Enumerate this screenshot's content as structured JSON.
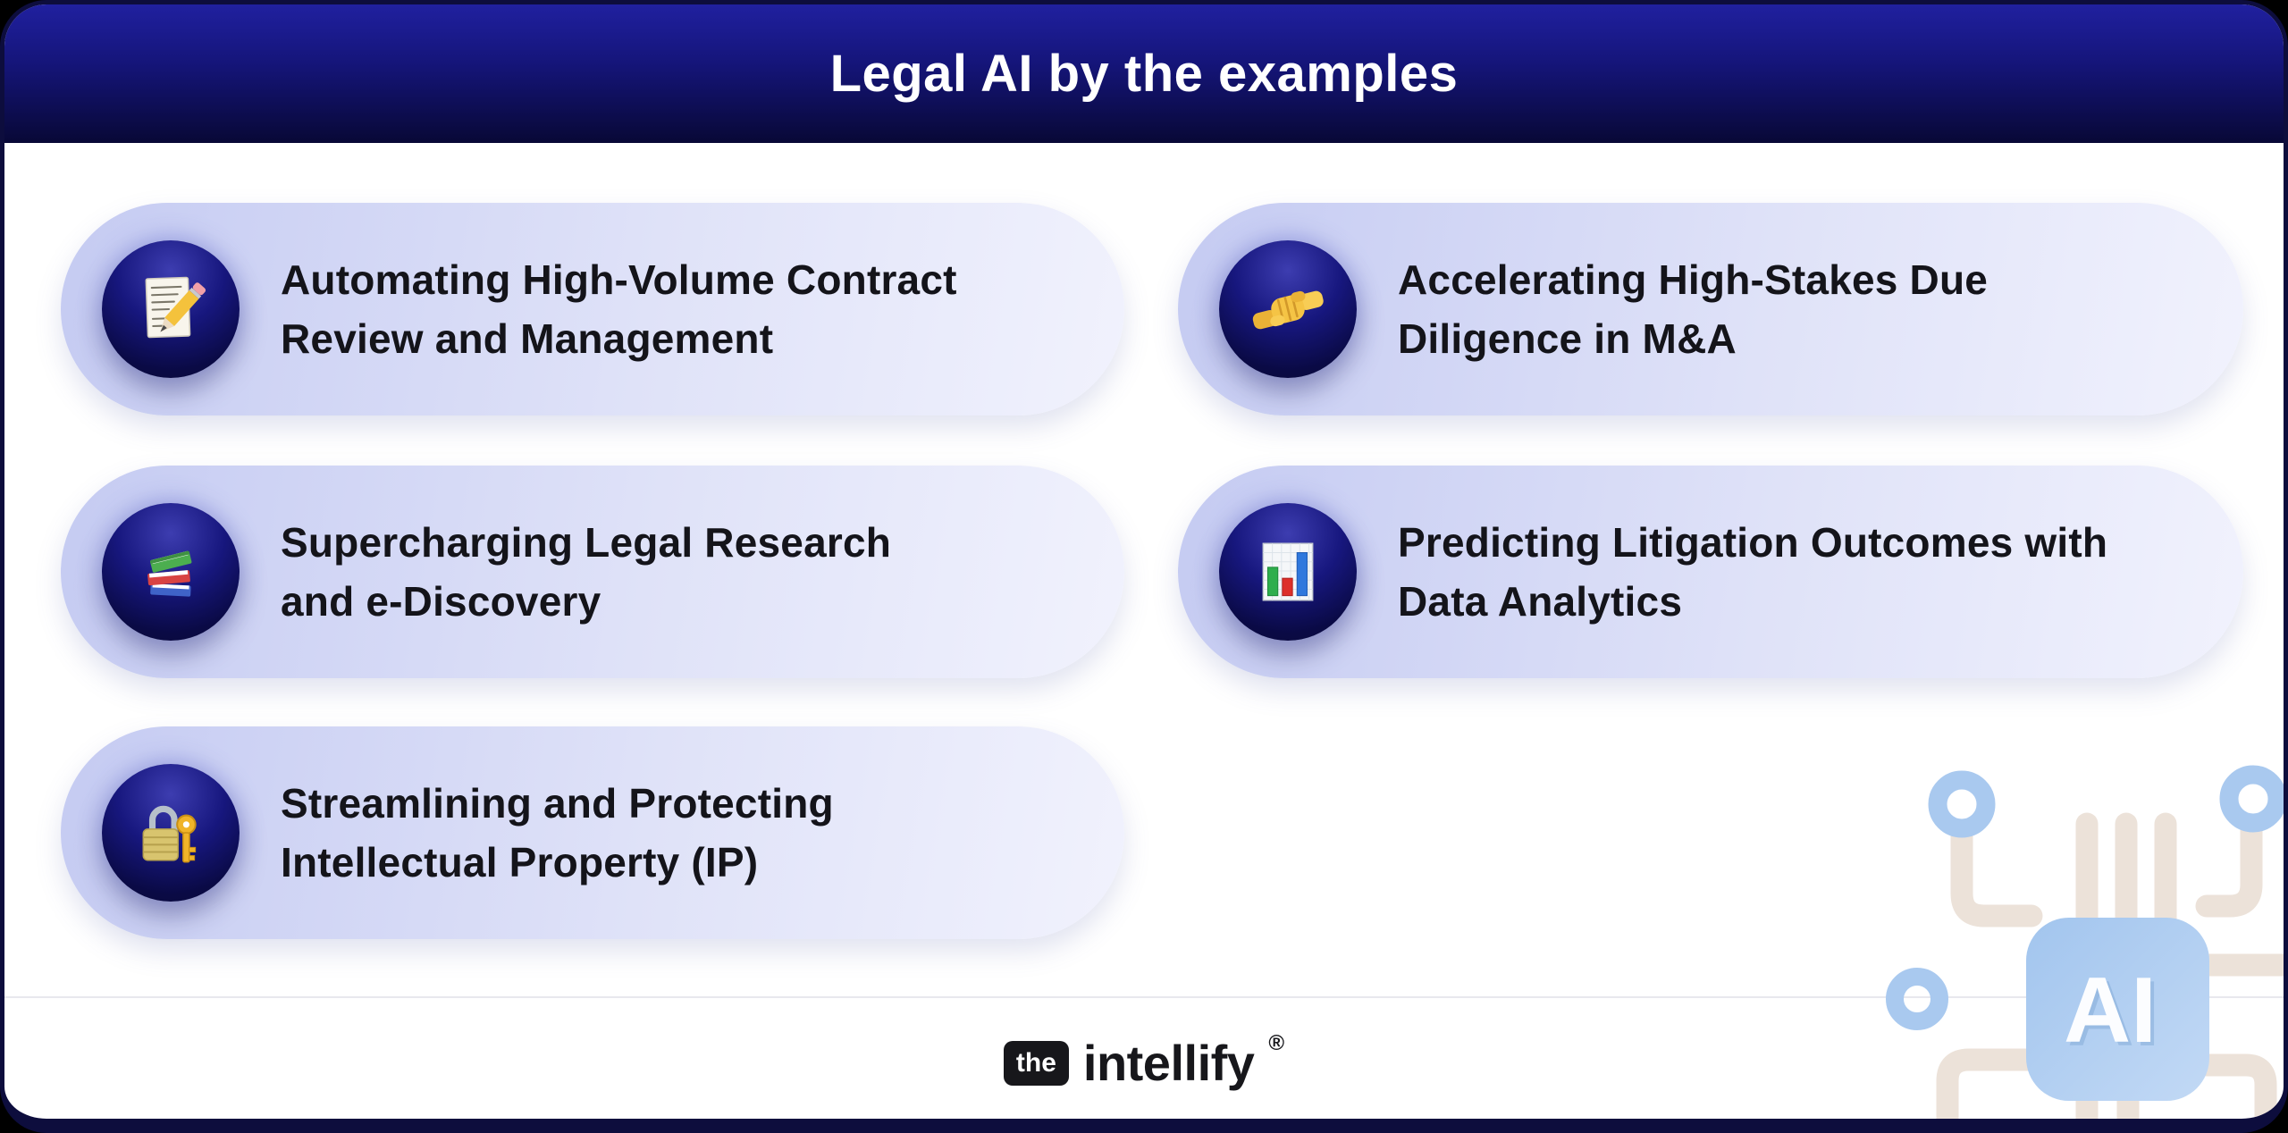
{
  "header": {
    "title": "Legal AI by the examples"
  },
  "cards": [
    {
      "icon": "memo-pencil-icon",
      "glyph": "📝",
      "label": "Automating High-Volume Contract Review and Management",
      "lines": [
        "Automating High-Volume Contract",
        "Review and Management"
      ]
    },
    {
      "icon": "handshake-icon",
      "glyph": "🤝",
      "label": "Accelerating High-Stakes Due Diligence in M&A",
      "lines": [
        "Accelerating High-Stakes Due",
        "Diligence in M&A"
      ]
    },
    {
      "icon": "books-icon",
      "glyph": "📚",
      "label": "Supercharging Legal Research and e-Discovery",
      "lines": [
        "Supercharging Legal Research",
        "and e-Discovery"
      ]
    },
    {
      "icon": "bar-chart-icon",
      "glyph": "📊",
      "label": "Predicting Litigation Outcomes with Data Analytics",
      "lines": [
        "Predicting Litigation Outcomes with",
        "Data Analytics"
      ]
    },
    {
      "icon": "lock-key-icon",
      "glyph": "🔐",
      "label": "Streamlining and Protecting Intellectual Property (IP)",
      "lines": [
        "Streamlining and Protecting",
        "Intellectual Property (IP)"
      ]
    }
  ],
  "footer": {
    "brand_prefix": "the",
    "brand_name": "intellify",
    "registered_mark": "®"
  },
  "ai_graphic": {
    "label": "AI"
  },
  "colors": {
    "header_gradient_top": "#20209f",
    "header_gradient_bottom": "#080836",
    "card_gradient_start": "#c5cbf2",
    "card_gradient_end": "#f1f2fd",
    "icon_circle_navy": "#0a0a45",
    "frame_border_navy": "#0d0d3d",
    "chip_blue": "#aecdf0",
    "trace_cream": "#ece2d9",
    "text_dark": "#14141a"
  }
}
